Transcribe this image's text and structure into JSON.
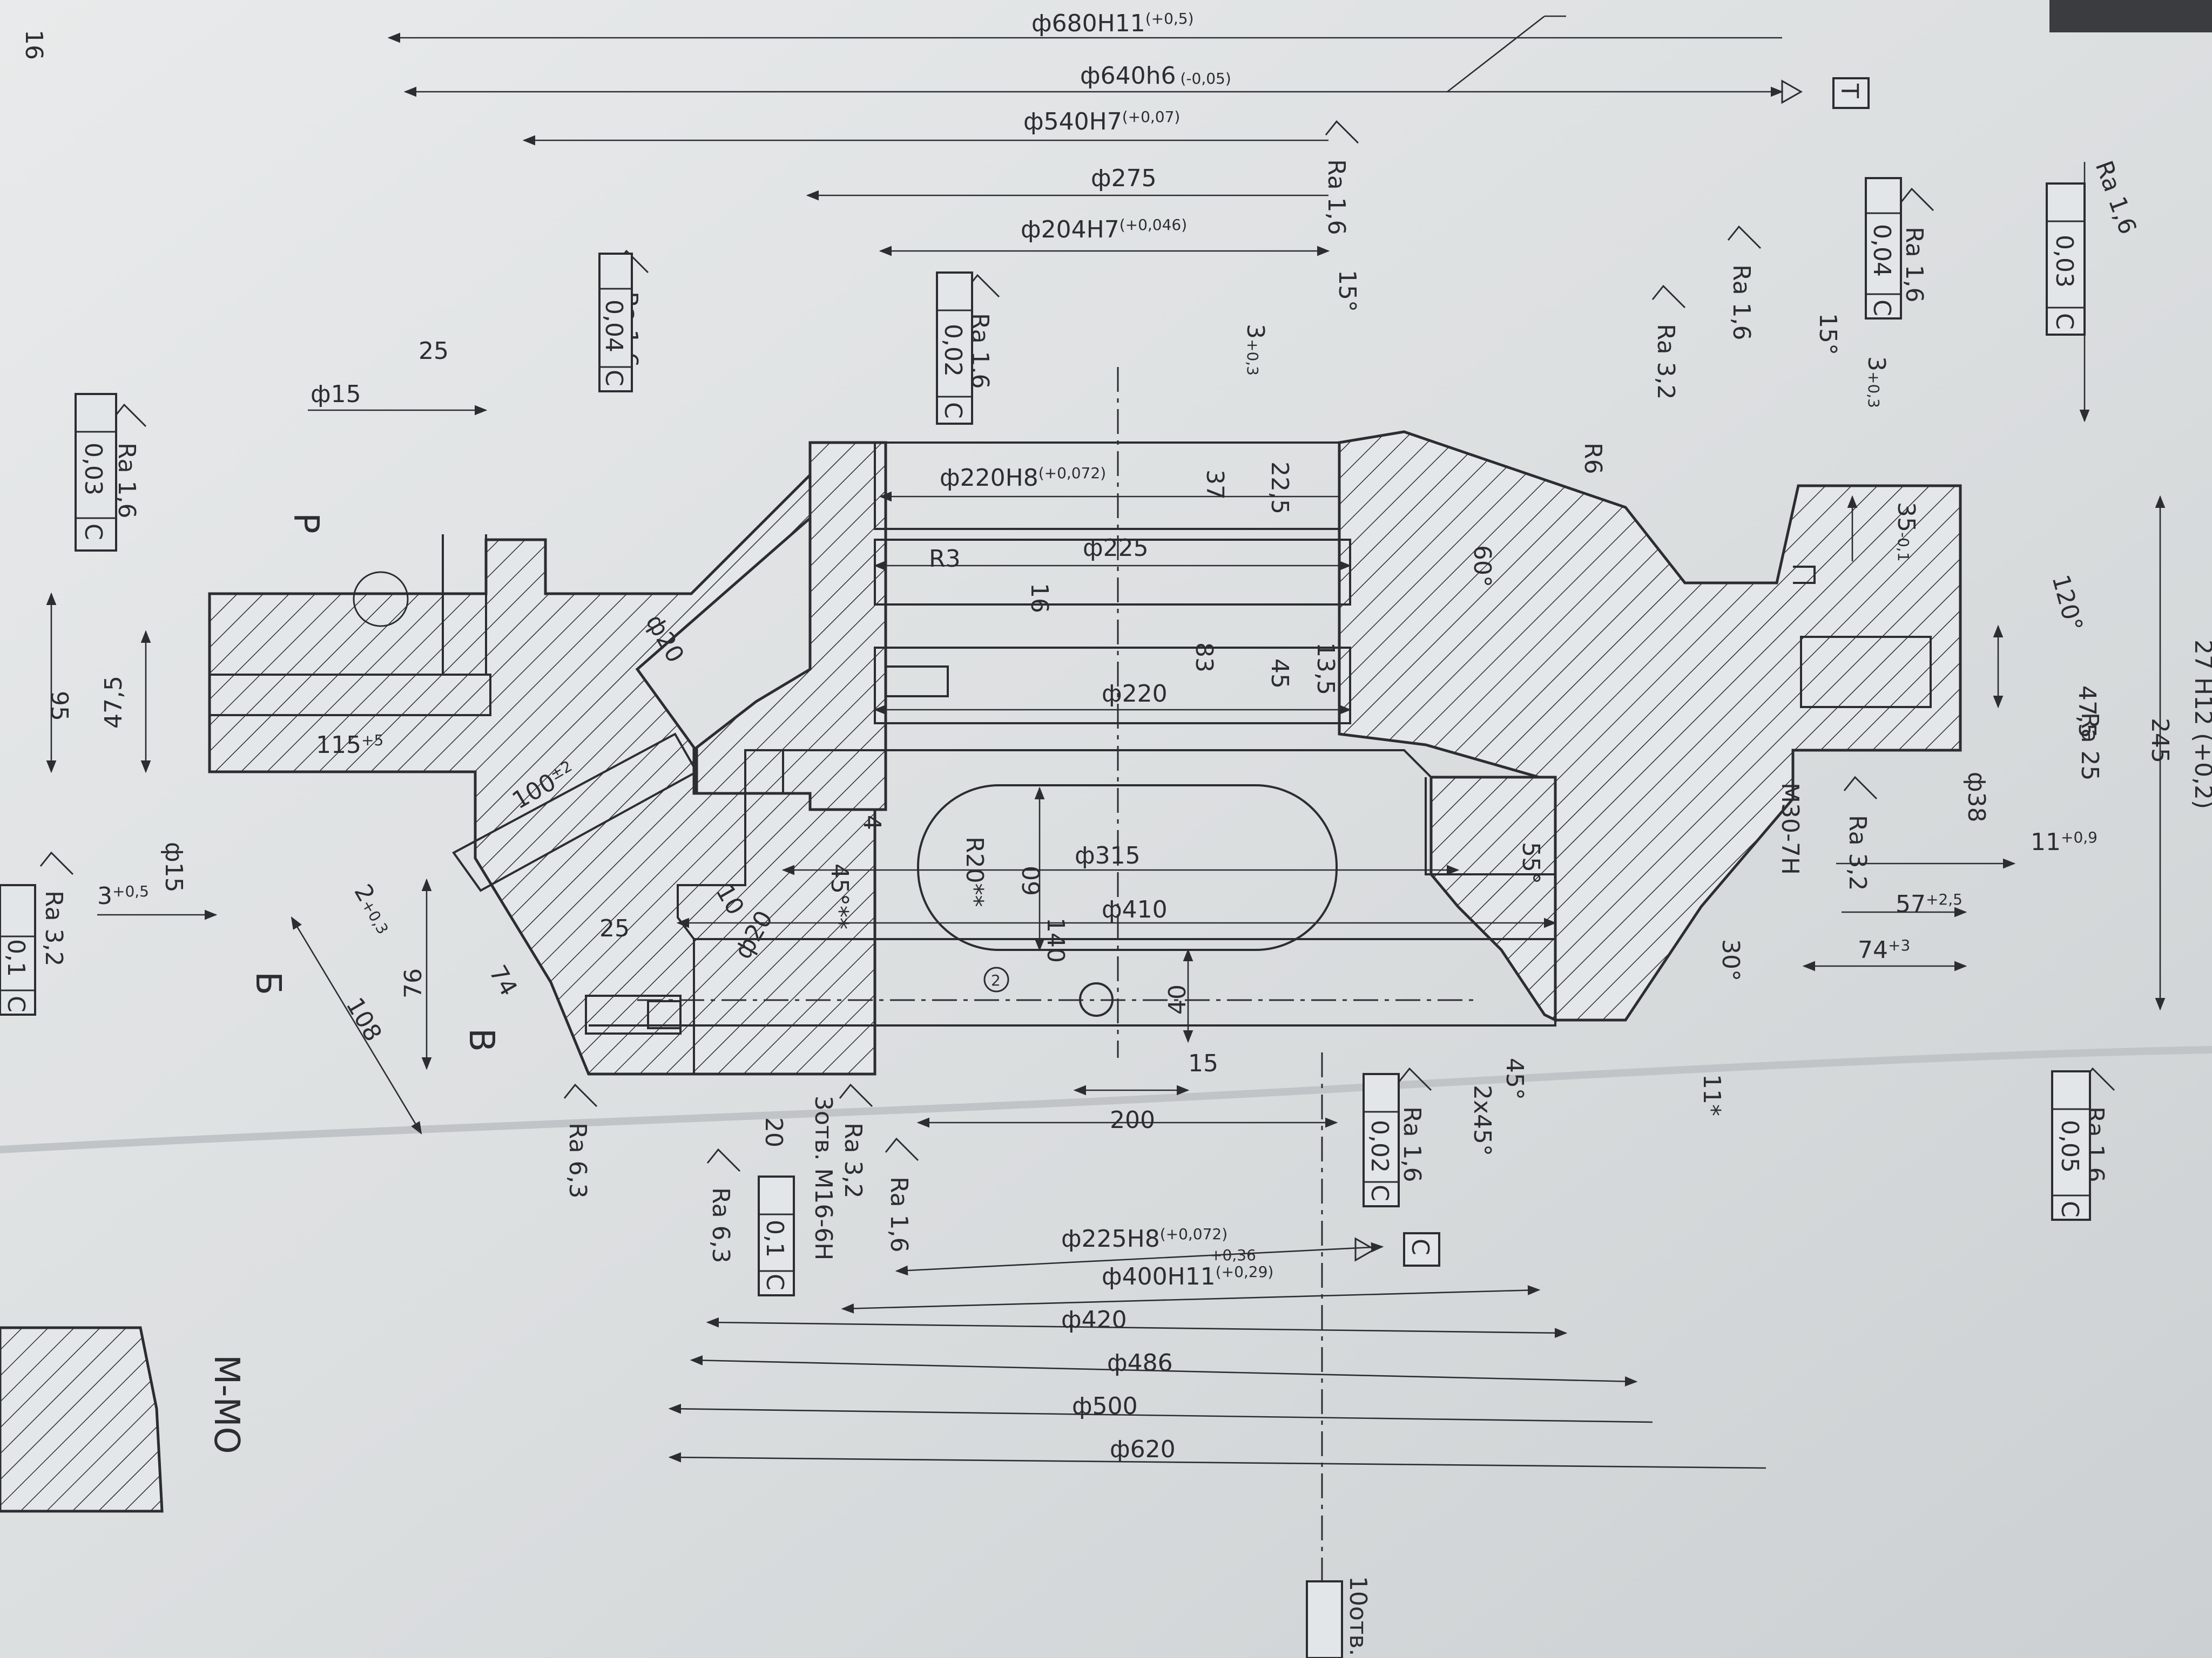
{
  "sheet_number": "16",
  "view_title": "М-МО",
  "dimensions": {
    "d680": {
      "text": "ф680Н11",
      "tol": "(+0,5)"
    },
    "d640": {
      "text": "ф640h6",
      "tol": "(-0,05)"
    },
    "d540": {
      "text": "ф540Н7",
      "tol": "(+0,07)"
    },
    "d275": {
      "text": "ф275"
    },
    "d204": {
      "text": "ф204Н7",
      "tol": "(+0,046)"
    },
    "d220h8": {
      "text": "ф220Н8",
      "tol": "(+0,072)"
    },
    "d225": {
      "text": "ф225"
    },
    "d220": {
      "text": "ф220"
    },
    "d315": {
      "text": "ф315"
    },
    "d410": {
      "text": "ф410"
    },
    "d225h8": {
      "text": "ф225Н8",
      "tol": "(+0,072)"
    },
    "d400": {
      "text": "ф400Н11",
      "tol_upper": "+0,36",
      "tol_lower": "(+0,29)"
    },
    "d420": {
      "text": "ф420"
    },
    "d486": {
      "text": "ф486"
    },
    "d500": {
      "text": "ф500"
    },
    "d620": {
      "text": "ф620"
    },
    "d15_top": {
      "text": "ф15"
    },
    "d15_left": {
      "text": "ф15"
    },
    "d20_a": {
      "text": "ф20"
    },
    "d20_b": {
      "text": "ф20"
    },
    "d38": {
      "text": "ф38"
    },
    "l25_top": {
      "text": "25"
    },
    "l25_bottom": {
      "text": "25"
    },
    "l95": {
      "text": "95"
    },
    "l47_5_left": {
      "text": "47,5"
    },
    "l47_5_right": {
      "text": "47,5"
    },
    "l115": {
      "text": "115",
      "tol": "+5"
    },
    "l100": {
      "text": "100",
      "tol": "±2"
    },
    "l3_left": {
      "text": "3",
      "tol": "+0,5"
    },
    "l3_top": {
      "text": "3",
      "tol": "+0,3"
    },
    "l3_right": {
      "text": "3",
      "tol": "+0,3"
    },
    "l2": {
      "text": "2",
      "tol": "+0,3"
    },
    "l108": {
      "text": "108"
    },
    "l76": {
      "text": "76"
    },
    "l74_left": {
      "text": "74"
    },
    "l10": {
      "text": "10"
    },
    "l4": {
      "text": "4"
    },
    "l37": {
      "text": "37"
    },
    "l22_5": {
      "text": "22,5"
    },
    "l16": {
      "text": "16"
    },
    "l83": {
      "text": "83"
    },
    "l45": {
      "text": "45"
    },
    "l13_5": {
      "text": "13,5"
    },
    "l60": {
      "text": "60"
    },
    "l140": {
      "text": "140"
    },
    "l40": {
      "text": "40"
    },
    "l15": {
      "text": "15"
    },
    "l200": {
      "text": "200"
    },
    "l20": {
      "text": "20"
    },
    "l35": {
      "text": "35",
      "tol": "-0,1"
    },
    "l245": {
      "text": "245"
    },
    "l11": {
      "text": "11",
      "tol": "+0,9"
    },
    "l57": {
      "text": "57",
      "tol": "+2,5"
    },
    "l74_right": {
      "text": "74",
      "tol": "+3"
    },
    "l11_star": {
      "text": "11*"
    },
    "r3": {
      "text": "R3"
    },
    "r6": {
      "text": "R6"
    },
    "r20": {
      "text": "R20**"
    },
    "a15_left": {
      "text": "15°"
    },
    "a15_right": {
      "text": "15°"
    },
    "a60": {
      "text": "60°"
    },
    "a120": {
      "text": "120°"
    },
    "a55": {
      "text": "55°"
    },
    "a30": {
      "text": "30°"
    },
    "a45": {
      "text": "45°"
    },
    "a45_hole": {
      "text": "45°**"
    },
    "chamfer": {
      "text": "2х45°"
    },
    "thread": {
      "text": "М30-7Н"
    },
    "holes_m16": {
      "text": "3отв. М16-6Н"
    },
    "holes_10": {
      "text": "10отв."
    },
    "partial_top": {
      "text": "27 Н12 (+0,2)"
    }
  },
  "roughness": {
    "ra16": "Ra 1,6",
    "ra32": "Ra 3,2",
    "ra63": "Ra 6,3",
    "ra25": "Ra 25"
  },
  "tolerance_frames": {
    "t003_left": {
      "value": "0,03",
      "datum": "С"
    },
    "t004_mid": {
      "value": "0,04",
      "datum": "С"
    },
    "t002_mid": {
      "value": "0,02",
      "datum": "С"
    },
    "t004_right": {
      "value": "0,04",
      "datum": "С"
    },
    "t003_right": {
      "value": "0,03",
      "datum": "С"
    },
    "t01_left": {
      "value": "0,1",
      "datum": "С"
    },
    "t01_bottom": {
      "value": "0,1",
      "datum": "С"
    },
    "t002_bottom": {
      "value": "0,02",
      "datum": "С"
    },
    "t005_right": {
      "value": "0,05",
      "datum": "С"
    }
  },
  "datums": {
    "c": "С",
    "t": "Т"
  },
  "markers": {
    "p": "Р",
    "b_cyr": "Б",
    "v_cyr": "В",
    "circle2": "2"
  }
}
